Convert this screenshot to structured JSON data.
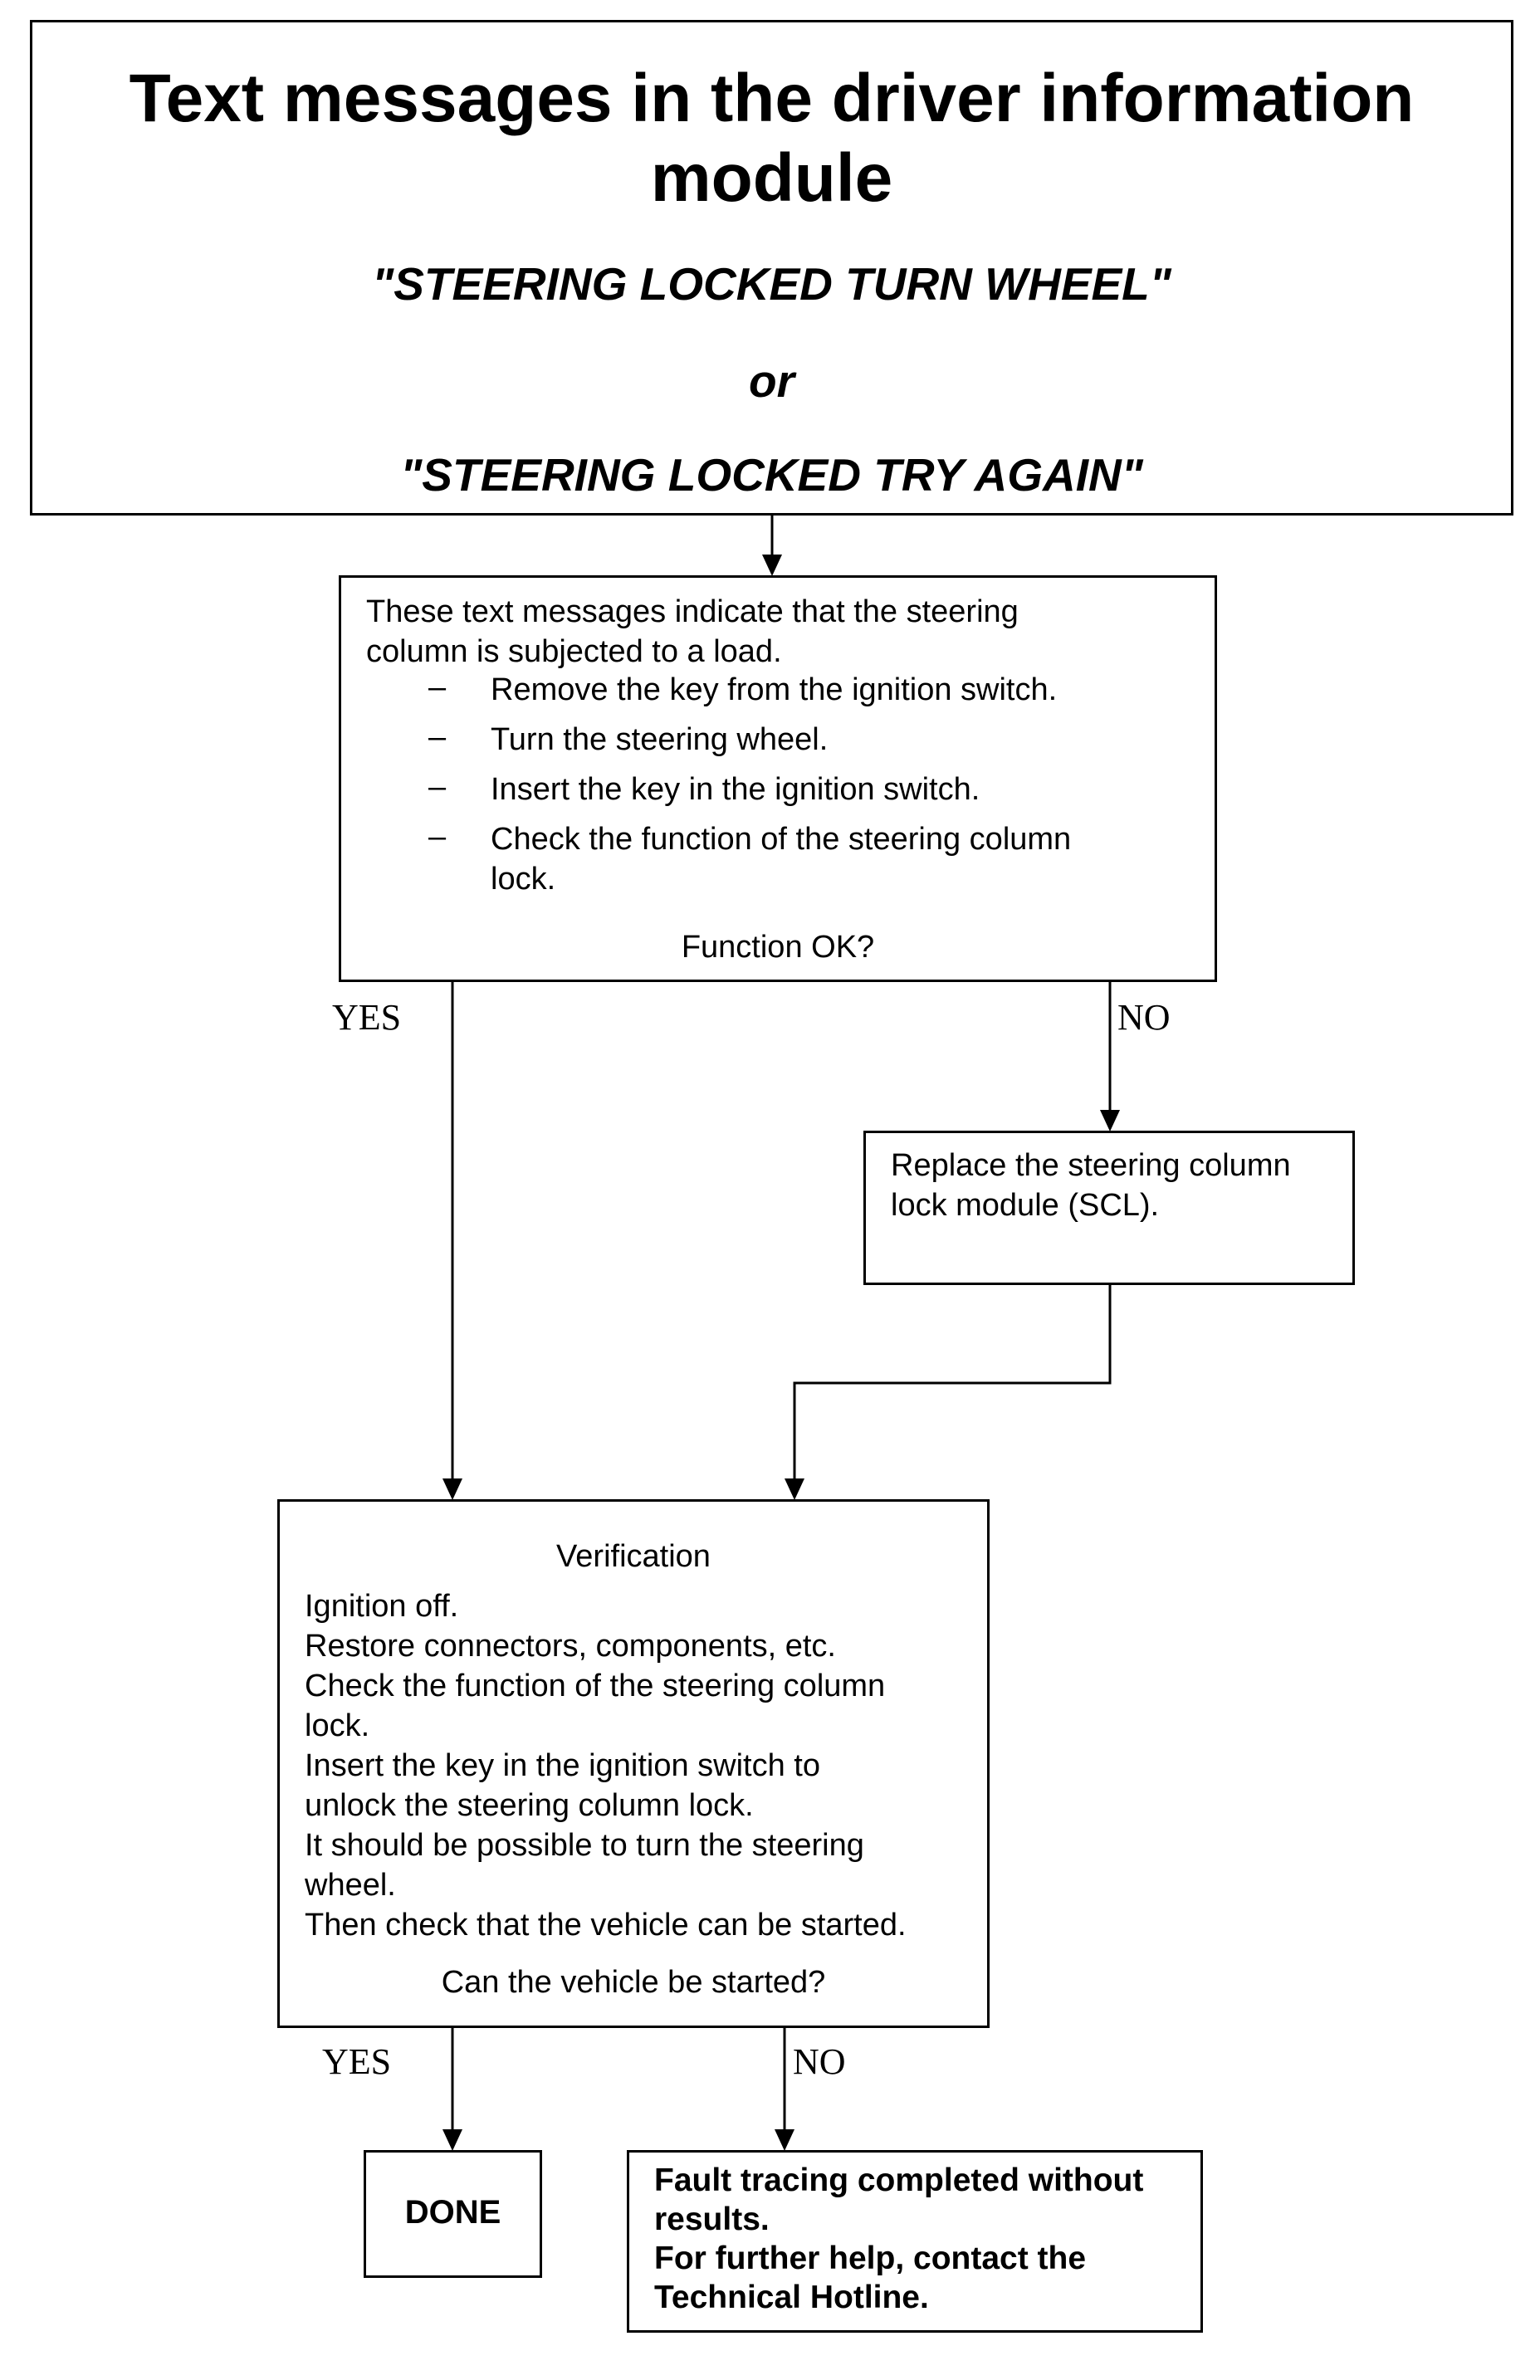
{
  "title": {
    "heading": "Text messages in the driver information module",
    "message_1": "\"STEERING LOCKED TURN WHEEL\"",
    "or": "or",
    "message_2": "\"STEERING LOCKED TRY AGAIN\""
  },
  "load_check": {
    "intro_line_1": "These text messages indicate that the steering",
    "intro_line_2": "column is subjected to a load.",
    "bullet": "–",
    "steps": [
      "Remove the key from the ignition switch.",
      "Turn the steering wheel.",
      "Insert the key in the ignition switch.",
      "Check the function of the steering column",
      "lock."
    ],
    "question": "Function OK?",
    "yes_label": "YES",
    "no_label": "NO"
  },
  "replace_scl": {
    "line_1": "Replace the steering column",
    "line_2": "lock module (SCL)."
  },
  "verification": {
    "title": "Verification",
    "lines": [
      "Ignition off.",
      "Restore connectors, components, etc.",
      "Check the function of the steering column",
      "lock.",
      "Insert the key in the ignition switch to",
      "unlock the steering column lock.",
      "It should be possible to turn the steering",
      "wheel.",
      "Then check that the vehicle can be started."
    ],
    "question": "Can the vehicle be started?",
    "yes_label": "YES",
    "no_label": "NO"
  },
  "done": {
    "label": "DONE"
  },
  "fault": {
    "lines": [
      "Fault tracing completed without",
      "results.",
      "For further help, contact the",
      "Technical Hotline."
    ]
  }
}
